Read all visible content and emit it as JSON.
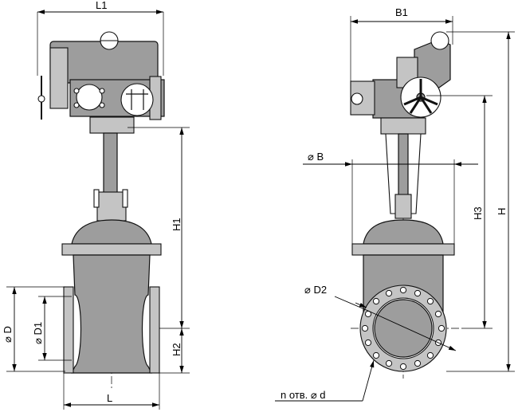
{
  "drawing": {
    "front_view": {
      "labels": {
        "l1": "L1",
        "h1": "H1",
        "h2": "H2",
        "l": "L",
        "d": "⌀ D",
        "d1": "⌀ D1"
      }
    },
    "side_view": {
      "labels": {
        "b1": "B1",
        "b": "⌀ B",
        "h3": "H3",
        "h": "H",
        "d2": "⌀ D2",
        "holes": "n отв. ⌀ d"
      }
    }
  }
}
